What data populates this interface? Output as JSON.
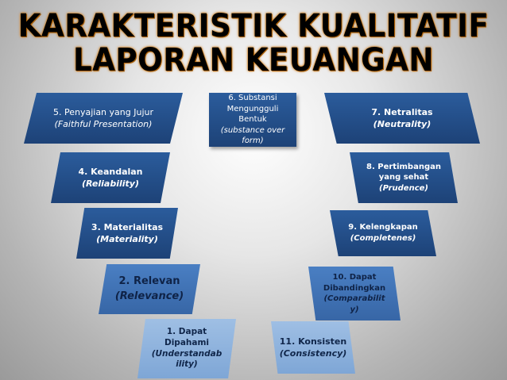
{
  "title": {
    "line1": "KARAKTERISTIK KUALITATIF",
    "line2": "LAPORAN KEUANGAN"
  },
  "items": [
    {
      "num_label": "1. Dapat Dipahami",
      "en": "(Understandab ility)"
    },
    {
      "num_label": "2. Relevan",
      "en": "(Relevance)"
    },
    {
      "num_label": "3. Materialitas",
      "en": "(Materiality)"
    },
    {
      "num_label": "4. Keandalan",
      "en": "(Reliability)"
    },
    {
      "num_label": "5. Penyajian yang Jujur",
      "en": "(Faithful Presentation)"
    },
    {
      "num_label": "6. Substansi Mengungguli Bentuk",
      "en": "(substance over form)"
    },
    {
      "num_label": "7. Netralitas",
      "en": "(Neutrality)"
    },
    {
      "num_label": "8. Pertimbangan yang sehat",
      "en": "(Prudence)"
    },
    {
      "num_label": "9. Kelengkapan",
      "en": "(Completenes)"
    },
    {
      "num_label": "10. Dapat Dibandingkan",
      "en": "(Comparabilit y)"
    },
    {
      "num_label": "11. Konsisten",
      "en": "(Consistency)"
    }
  ]
}
